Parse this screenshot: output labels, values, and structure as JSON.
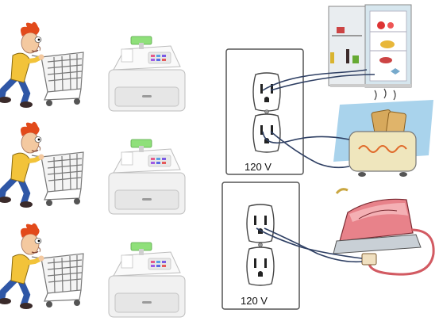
{
  "outlet_plates": [
    {
      "voltage_label": "120 V"
    },
    {
      "voltage_label": "120 V"
    }
  ],
  "appliances": [
    "refrigerator",
    "toaster",
    "clothes-iron"
  ],
  "cashiers": [
    "cash-register",
    "cash-register",
    "cash-register"
  ],
  "shoppers": [
    "shopper-with-cart",
    "shopper-with-cart",
    "shopper-with-cart"
  ],
  "colors": {
    "cord": "#2e3f63",
    "plate_border": "#555555",
    "fridge_body": "#d6e6ee",
    "toaster_bg": "#a9d3ec",
    "toaster_body": "#efe6bd",
    "iron_body": "#e8828a",
    "register_body": "#eeeeee",
    "register_display": "#8fe07a",
    "shopper_shirt": "#f2c33a",
    "shopper_pants": "#2f57a6",
    "shopper_hair": "#e24a1b"
  }
}
